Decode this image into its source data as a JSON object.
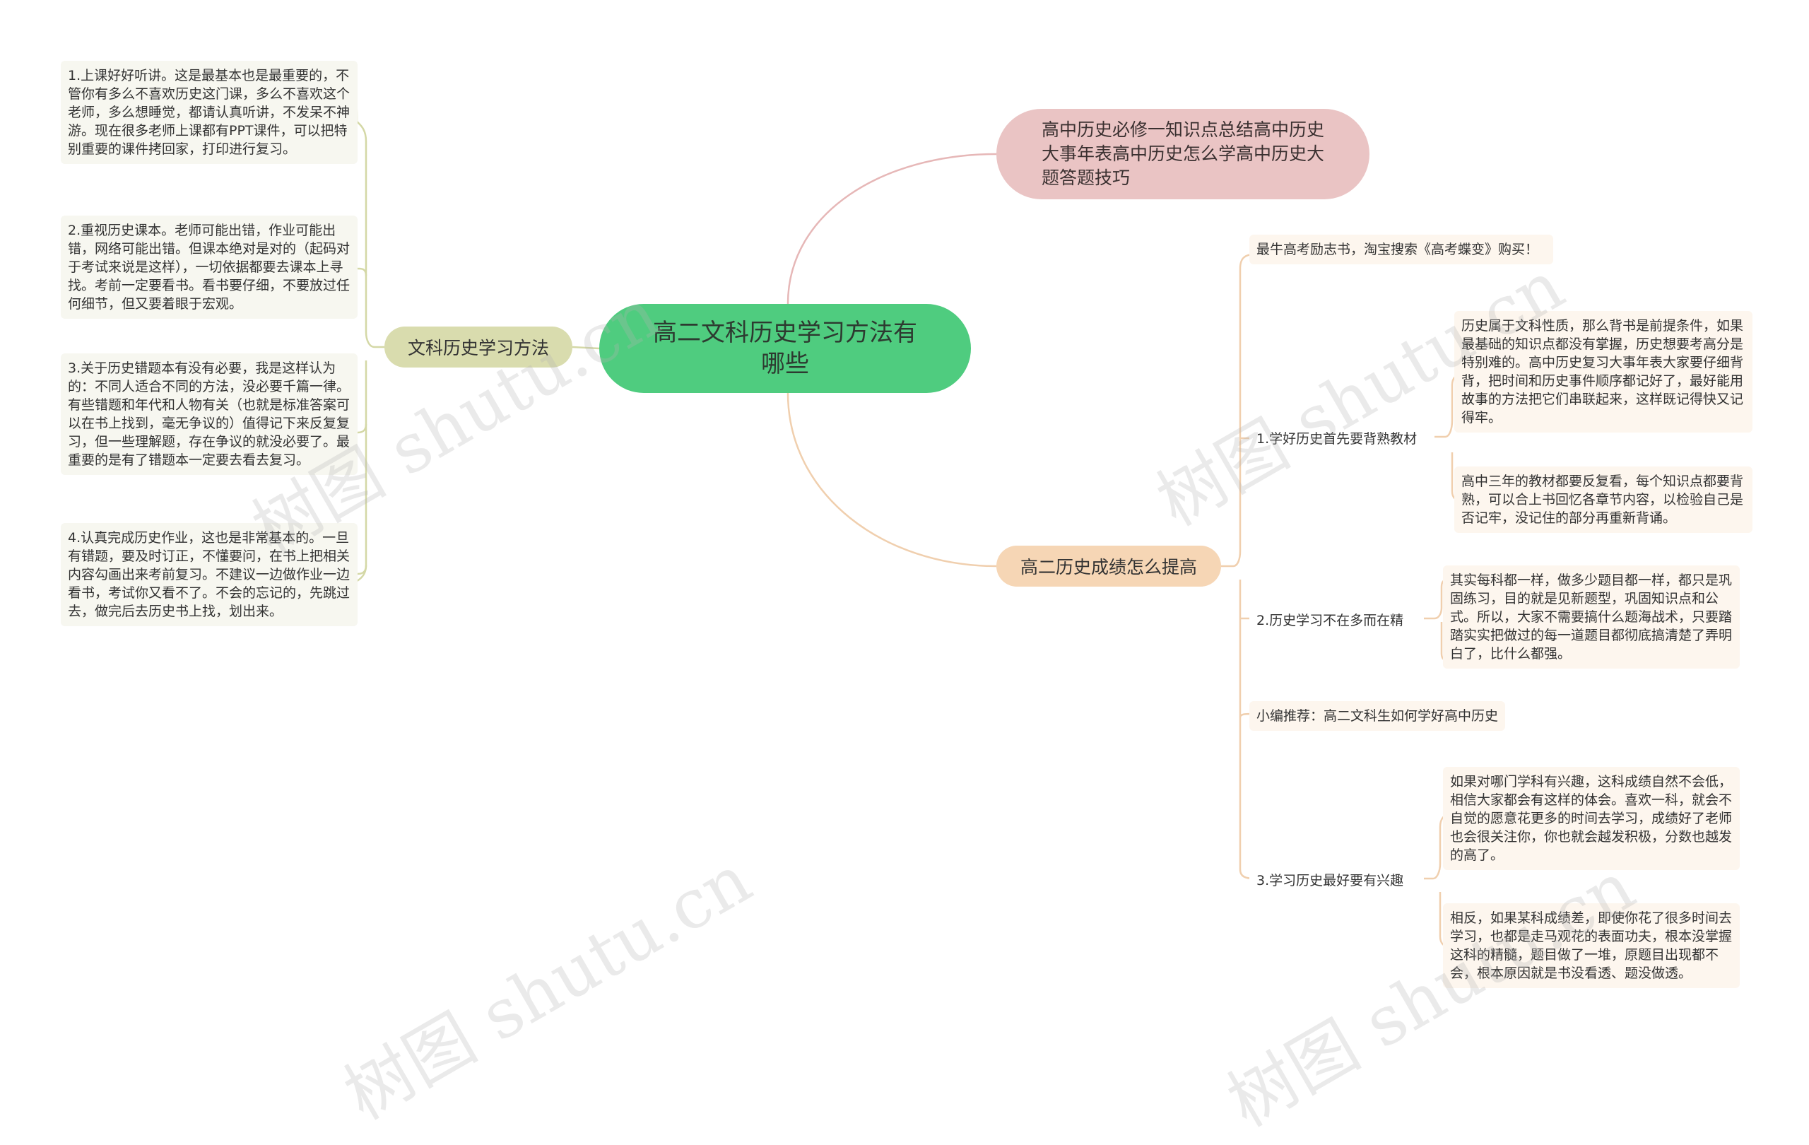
{
  "center": {
    "title": "高二文科历史学习方法有哪些"
  },
  "left_branch": {
    "label": "文科历史学习方法",
    "leaves": [
      "1.上课好好听讲。这是最基本也是最重要的，不管你有多么不喜欢历史这门课，多么不喜欢这个老师，多么想睡觉，都请认真听讲，不发呆不神游。现在很多老师上课都有PPT课件，可以把特别重要的课件拷回家，打印进行复习。",
      "2.重视历史课本。老师可能出错，作业可能出错，网络可能出错。但课本绝对是对的（起码对于考试来说是这样），一切依据都要去课本上寻找。考前一定要看书。看书要仔细，不要放过任何细节，但又要着眼于宏观。",
      "3.关于历史错题本有没有必要，我是这样认为的：不同人适合不同的方法，没必要千篇一律。有些错题和年代和人物有关（也就是标准答案可以在书上找到，毫无争议的）值得记下来反复复习，但一些理解题，存在争议的就没必要了。最重要的是有了错题本一定要去看去复习。",
      "4.认真完成历史作业，这也是非常基本的。一旦有错题，要及时订正，不懂要问，在书上把相关内容勾画出来考前复习。不建议一边做作业一边看书，考试你又看不了。不会的忘记的，先跳过去，做完后去历史书上找，划出来。"
    ]
  },
  "top_branch": {
    "label": "高中历史必修一知识点总结高中历史大事年表高中历史怎么学高中历史大题答题技巧"
  },
  "right_branch": {
    "label": "高二历史成绩怎么提高",
    "promo": "最牛高考励志书，淘宝搜索《高考蝶变》购买！",
    "sub1": {
      "label": "1.学好历史首先要背熟教材",
      "leaves": [
        "历史属于文科性质，那么背书是前提条件，如果最基础的知识点都没有掌握，历史想要考高分是特别难的。高中历史复习大事年表大家要仔细背背，把时间和历史事件顺序都记好了，最好能用故事的方法把它们串联起来，这样既记得快又记得牢。",
        "高中三年的教材都要反复看，每个知识点都要背熟，可以合上书回忆各章节内容，以检验自己是否记牢，没记住的部分再重新背诵。"
      ]
    },
    "sub2": {
      "label": "2.历史学习不在多而在精",
      "leaves": [
        "其实每科都一样，做多少题目都一样，都只是巩固练习，目的就是见新题型，巩固知识点和公式。所以，大家不需要搞什么题海战术，只要踏踏实实把做过的每一道题目都彻底搞清楚了弄明白了，比什么都强。"
      ]
    },
    "recommend": "小编推荐：高二文科生如何学好高中历史",
    "sub3": {
      "label": "3.学习历史最好要有兴趣",
      "leaves": [
        "如果对哪门学科有兴趣，这科成绩自然不会低，相信大家都会有这样的体会。喜欢一科，就会不自觉的愿意花更多的时间去学习，成绩好了老师也会很关注你，你也就会越发积极，分数也越发的高了。",
        "相反，如果某科成绩差，即使你花了很多时间去学习，也都是走马观花的表面功夫，根本没掌握这科的精髓，题目做了一堆，原题目出现都不会，根本原因就是书没看透、题没做透。"
      ]
    }
  },
  "watermark": "树图 shutu.cn",
  "colors": {
    "center": "#4fcc7f",
    "left_branch": "#d9dcae",
    "top_branch": "#eac4c4",
    "right_branch": "#f6d6b5",
    "link_left": "#d4d8a6",
    "link_top": "#e6b7b7",
    "link_right": "#f0cfae"
  }
}
